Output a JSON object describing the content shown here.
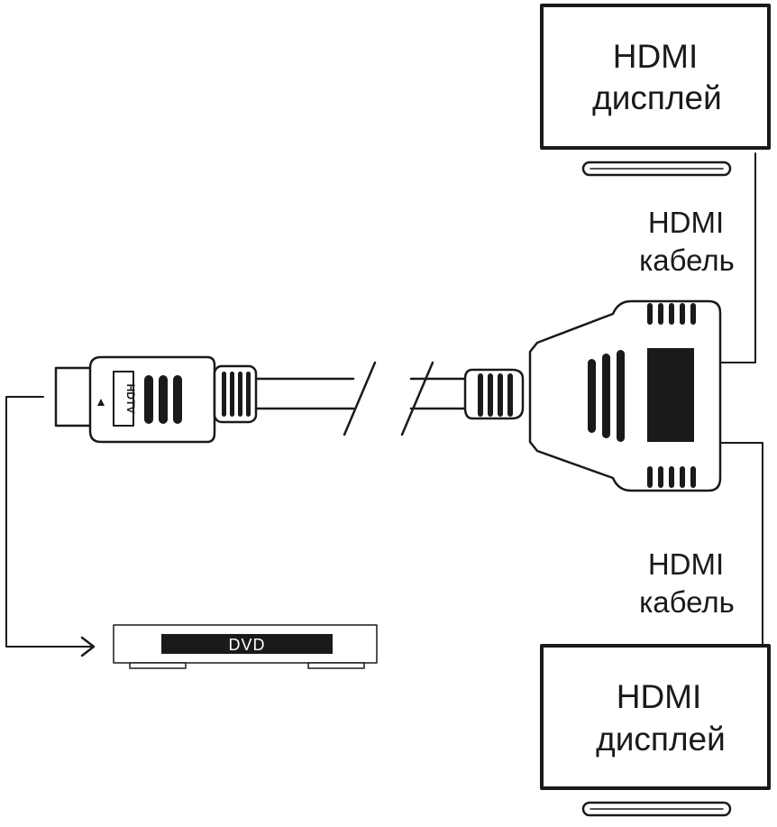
{
  "display_top": {
    "line1": "HDMI",
    "line2": "дисплей"
  },
  "display_bottom": {
    "line1": "HDMI",
    "line2": "дисплей"
  },
  "cable_top": {
    "line1": "HDMI",
    "line2": "кабель"
  },
  "cable_bottom": {
    "line1": "HDMI",
    "line2": "кабель"
  },
  "dvd": {
    "label": "DVD"
  },
  "plug": {
    "logo": "HDTV"
  },
  "colors": {
    "stroke": "#1a1a1a",
    "fill": "#ffffff",
    "ink": "#1a1a1a"
  }
}
